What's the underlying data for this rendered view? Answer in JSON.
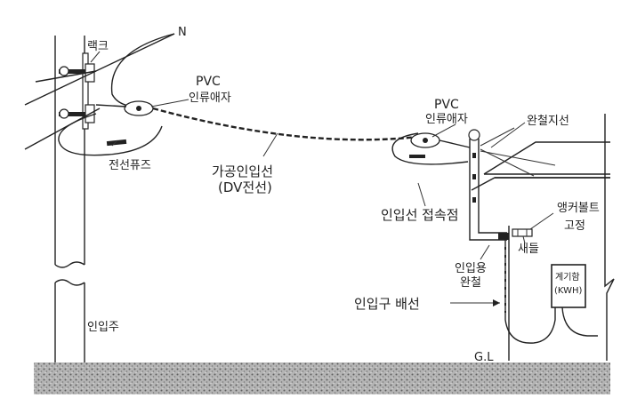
{
  "labels": {
    "rack": "랙크",
    "neutral": "N",
    "pvc_left": "PVC",
    "insulator_left": "인류애자",
    "wire_fuse": "전선퓨즈",
    "overhead_line": "가공인입선",
    "dv_wire": "(DV전선)",
    "pvc_right": "PVC",
    "insulator_right": "인류애자",
    "steel_guy": "완철지선",
    "joint_point": "인입선 접속점",
    "anchor_bolt": "앵커볼트",
    "fixing": "고정",
    "saddle": "새들",
    "entry_bracket_1": "인입용",
    "entry_bracket_2": "완철",
    "meter_box_1": "계기함",
    "meter_box_2": "(KWH)",
    "entry_wiring": "인입구 배선",
    "ground_level": "G.L",
    "entry_pole": "인입주"
  },
  "colors": {
    "ink": "#222222",
    "ground": "#8a8a8a"
  }
}
